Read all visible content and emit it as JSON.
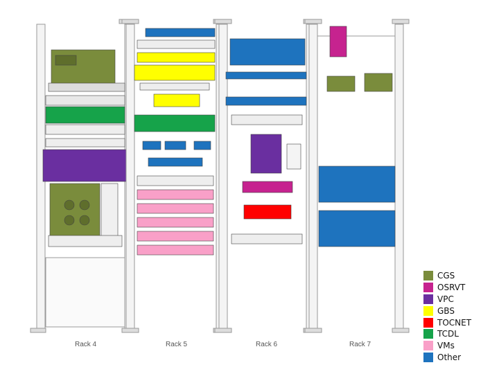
{
  "racks": [
    {
      "label": "Rack 4"
    },
    {
      "label": "Rack 5"
    },
    {
      "label": "Rack 6"
    },
    {
      "label": "Rack 7"
    }
  ],
  "legend": [
    {
      "label": "CGS",
      "color": "#7a8c3c"
    },
    {
      "label": "OSRVT",
      "color": "#c6238f"
    },
    {
      "label": "VPC",
      "color": "#6a2fa0"
    },
    {
      "label": "GBS",
      "color": "#ffff00"
    },
    {
      "label": "TOCNET",
      "color": "#ff0000"
    },
    {
      "label": "TCDL",
      "color": "#16a34a"
    },
    {
      "label": "VMs",
      "color": "#f9a0c8"
    },
    {
      "label": "Other",
      "color": "#1e73be"
    }
  ]
}
